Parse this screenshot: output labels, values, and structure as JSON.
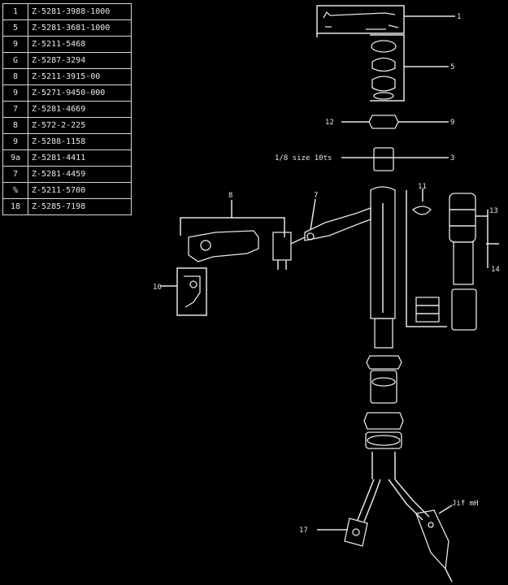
{
  "parts_table": {
    "rows": [
      {
        "num": "1",
        "code": "Z-5281-3988-1000"
      },
      {
        "num": "5",
        "code": "Z-5281-3681-1000"
      },
      {
        "num": "9",
        "code": "Z-5211-5468"
      },
      {
        "num": "G",
        "code": "Z-5287-3294"
      },
      {
        "num": "8",
        "code": "Z-5211-3915-00"
      },
      {
        "num": "9",
        "code": "Z-5271-9450-000"
      },
      {
        "num": "7",
        "code": "Z-5281-4669"
      },
      {
        "num": "8",
        "code": "Z-572-2-225"
      },
      {
        "num": "9",
        "code": "Z-5288-1158"
      },
      {
        "num": "9a",
        "code": "Z-5281-4411"
      },
      {
        "num": "7",
        "code": "Z-5281-4459"
      },
      {
        "num": "%",
        "code": "Z-5211-5700"
      },
      {
        "num": "18",
        "code": "Z-5285-7198"
      }
    ]
  },
  "callouts": {
    "c1": "1",
    "c5": "5",
    "c9": "9",
    "c3": "3",
    "c12": "12",
    "thread": "1/8 size 10ts",
    "c8": "8",
    "c7": "7",
    "c11": "11",
    "c13": "13",
    "c14": "14",
    "c17": "17",
    "c_ant": "Jif mH",
    "c_left": "10"
  }
}
